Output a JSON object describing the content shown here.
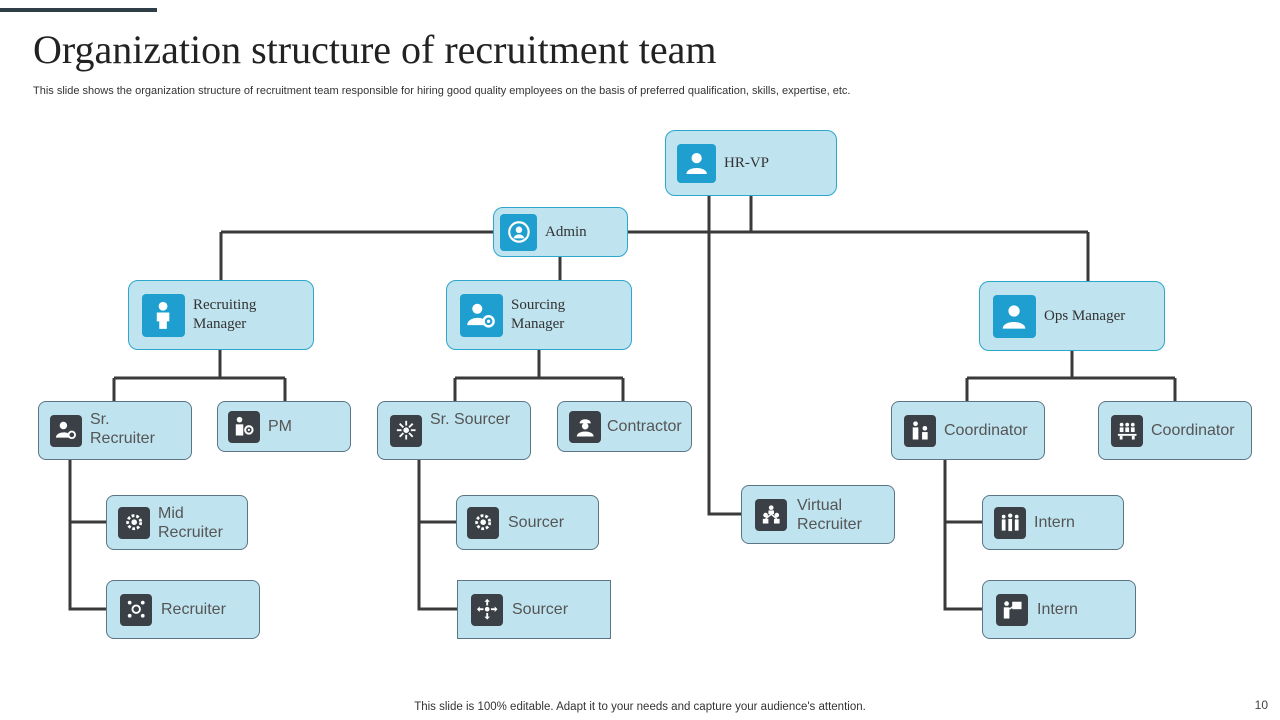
{
  "slide": {
    "title": "Organization structure of recruitment team",
    "subtitle": "This slide shows the organization structure of recruitment team responsible for hiring good quality employees on the basis of preferred qualification, skills, expertise, etc.",
    "footer": "This slide is 100% editable. Adapt it to your needs and capture your audience's attention.",
    "page_number": "10"
  },
  "colors": {
    "box_fill": "#bfe3ef",
    "icon_blue": "#1e9fd0",
    "icon_dark": "#3a4045",
    "line": "#3a3a3a"
  },
  "nodes": {
    "hr_vp": {
      "label": "HR-VP",
      "icon": "user-icon"
    },
    "admin": {
      "label": "Admin",
      "icon": "user-circle-icon"
    },
    "recruiting_manager": {
      "label": "Recruiting\nManager",
      "icon": "person-icon"
    },
    "sourcing_manager": {
      "label": "Sourcing\nManager",
      "icon": "user-gear-icon"
    },
    "ops_manager": {
      "label": "Ops Manager",
      "icon": "user-icon"
    },
    "sr_recruiter": {
      "label": "Sr.\nRecruiter",
      "icon": "user-gear-icon"
    },
    "pm": {
      "label": "PM",
      "icon": "person-gear-icon"
    },
    "sr_sourcer": {
      "label": "Sr. Sourcer",
      "icon": "network-icon"
    },
    "contractor": {
      "label": "Contractor",
      "icon": "worker-icon"
    },
    "coordinator_1": {
      "label": "Coordinator",
      "icon": "people-icon"
    },
    "coordinator_2": {
      "label": "Coordinator",
      "icon": "team-icon"
    },
    "mid_recruiter": {
      "label": "Mid\nRecruiter",
      "icon": "gear-icon"
    },
    "recruiter": {
      "label": "Recruiter",
      "icon": "people-gear-icon"
    },
    "sourcer_1": {
      "label": "Sourcer",
      "icon": "gear-icon"
    },
    "sourcer_2": {
      "label": "Sourcer",
      "icon": "arrows-icon"
    },
    "virtual_recruiter": {
      "label": "Virtual\nRecruiter",
      "icon": "hierarchy-icon"
    },
    "intern_1": {
      "label": "Intern",
      "icon": "group-icon"
    },
    "intern_2": {
      "label": "Intern",
      "icon": "presenter-icon"
    }
  }
}
